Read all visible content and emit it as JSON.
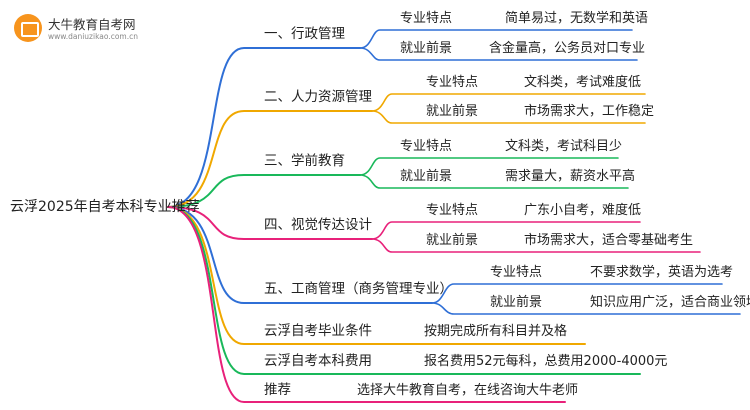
{
  "logo": {
    "name": "大牛教育自考网",
    "url": "www.daniuzikao.com.cn"
  },
  "root": "云浮2025年自考本科专业推荐",
  "branches": [
    {
      "label": "一、行政管理",
      "color": "#2f6fd6",
      "children": [
        {
          "label": "专业特点",
          "value": "简单易过，无数学和英语"
        },
        {
          "label": "就业前景",
          "value": "含金量高，公务员对口专业"
        }
      ]
    },
    {
      "label": "二、人力资源管理",
      "color": "#f0a800",
      "children": [
        {
          "label": "专业特点",
          "value": "文科类，考试难度低"
        },
        {
          "label": "就业前景",
          "value": "市场需求大，工作稳定"
        }
      ]
    },
    {
      "label": "三、学前教育",
      "color": "#19b85a",
      "children": [
        {
          "label": "专业特点",
          "value": "文科类，考试科目少"
        },
        {
          "label": "就业前景",
          "value": "需求量大，薪资水平高"
        }
      ]
    },
    {
      "label": "四、视觉传达设计",
      "color": "#e8217a",
      "children": [
        {
          "label": "专业特点",
          "value": "广东小自考，难度低"
        },
        {
          "label": "就业前景",
          "value": "市场需求大，适合零基础考生"
        }
      ]
    },
    {
      "label": "五、工商管理（商务管理专业）",
      "color": "#2f6fd6",
      "children": [
        {
          "label": "专业特点",
          "value": "不要求数学，英语为选考"
        },
        {
          "label": "就业前景",
          "value": "知识应用广泛，适合商业领域"
        }
      ]
    },
    {
      "label": "云浮自考毕业条件",
      "color": "#f0a800",
      "value": "按期完成所有科目并及格"
    },
    {
      "label": "云浮自考本科费用",
      "color": "#19b85a",
      "value": "报名费用52元每科，总费用2000-4000元"
    },
    {
      "label": "推荐",
      "color": "#e8217a",
      "value": "选择大牛教育自考，在线咨询大牛老师"
    }
  ]
}
